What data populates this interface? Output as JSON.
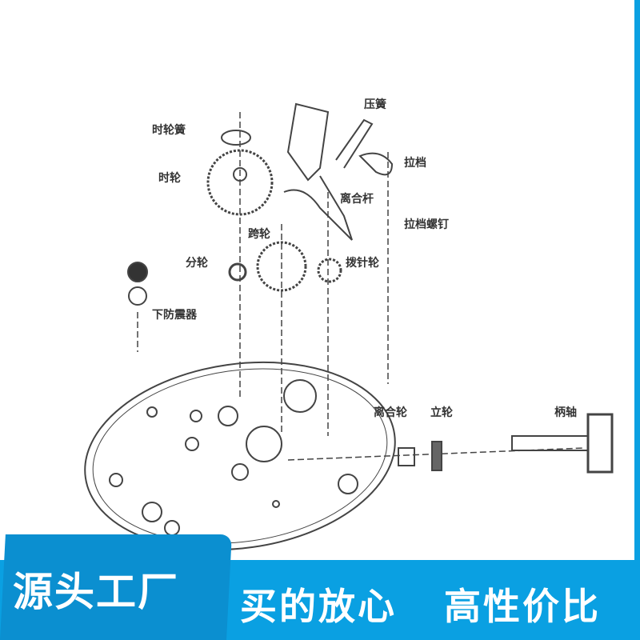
{
  "diagram": {
    "labels": {
      "hour_wheel_spring": "时轮簧",
      "hour_wheel": "时轮",
      "pressure_spring": "压簧",
      "setting_lever": "拉档",
      "clutch_lever": "离合杆",
      "setting_lever_screw": "拉档螺钉",
      "bridge_wheel": "跨轮",
      "minute_wheel": "分轮",
      "setting_wheel": "拨针轮",
      "lower_shock_absorber": "下防震器",
      "clutch_wheel": "离合轮",
      "crown_wheel": "立轮",
      "winding_stem": "柄轴"
    }
  },
  "banner": {
    "tab_text": "源头工厂",
    "slogan_left": "买的放心",
    "slogan_right": "高性价比",
    "colors": {
      "tab": "#0b8fd0",
      "strip": "#0aa0e2",
      "text": "#ffffff"
    }
  }
}
